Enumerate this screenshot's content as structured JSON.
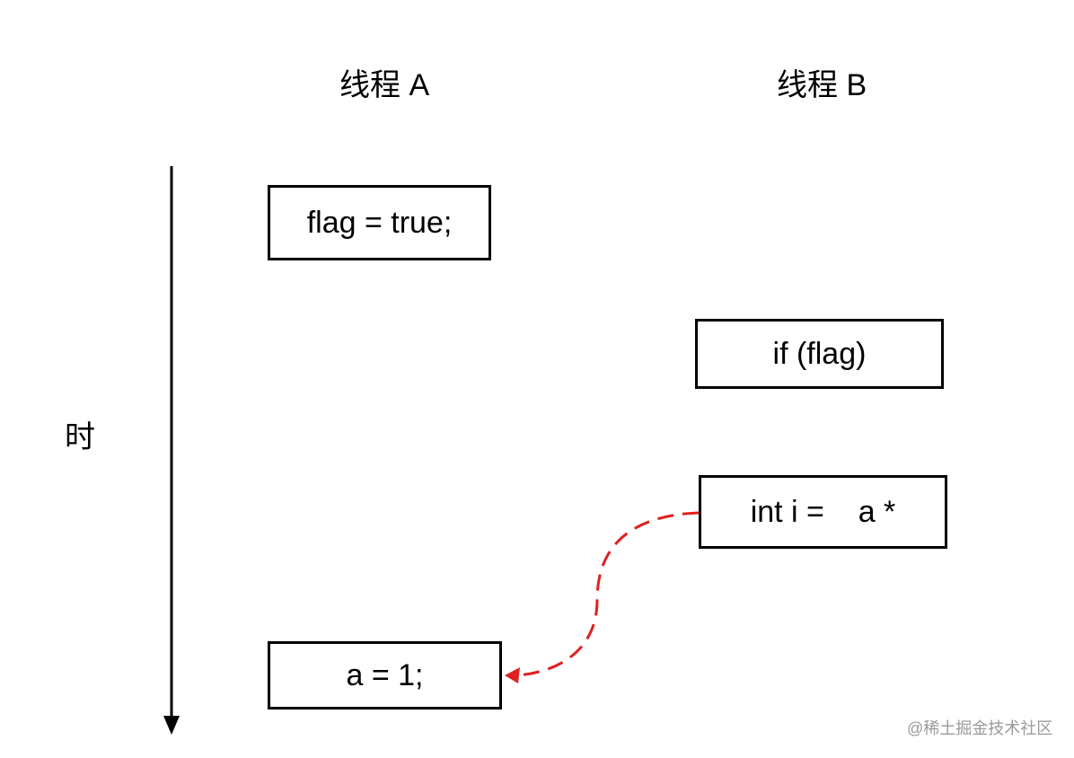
{
  "threads": {
    "a_label": "线程 A",
    "b_label": "线程 B"
  },
  "time_label": "时",
  "boxes": {
    "flag_true": "flag = true;",
    "if_flag": "if (flag)",
    "int_i": "int i =    a *",
    "a_eq_1": "a = 1;"
  },
  "watermark": "@稀土掘金技术社区",
  "colors": {
    "stroke": "#000000",
    "reorder_arrow": "#e02020",
    "watermark": "#9a9a9a"
  }
}
